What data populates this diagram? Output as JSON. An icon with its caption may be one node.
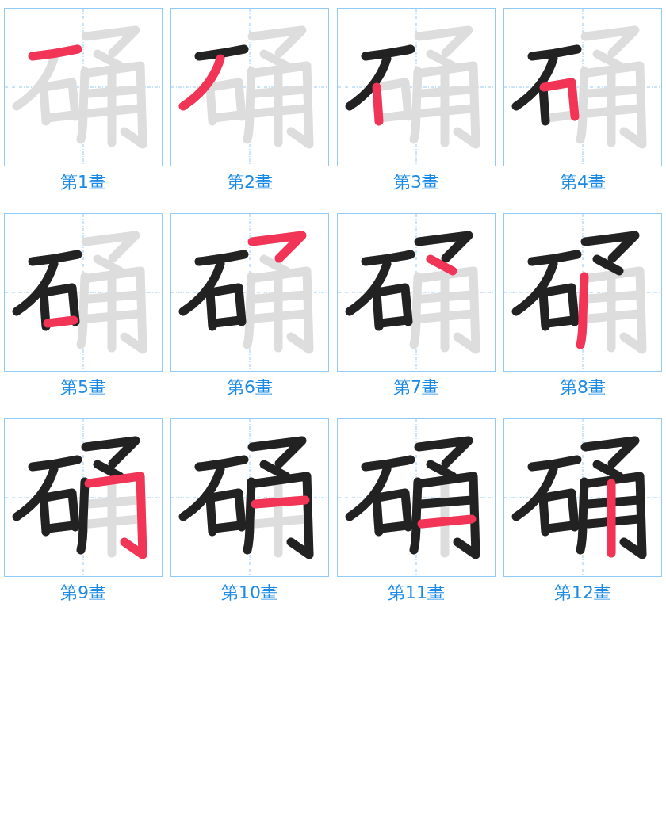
{
  "diagram": {
    "labels": [
      "第1畫",
      "第2畫",
      "第3畫",
      "第4畫",
      "第5畫",
      "第6畫",
      "第7畫",
      "第8畫",
      "第9畫",
      "第10畫",
      "第11畫",
      "第12畫"
    ]
  }
}
